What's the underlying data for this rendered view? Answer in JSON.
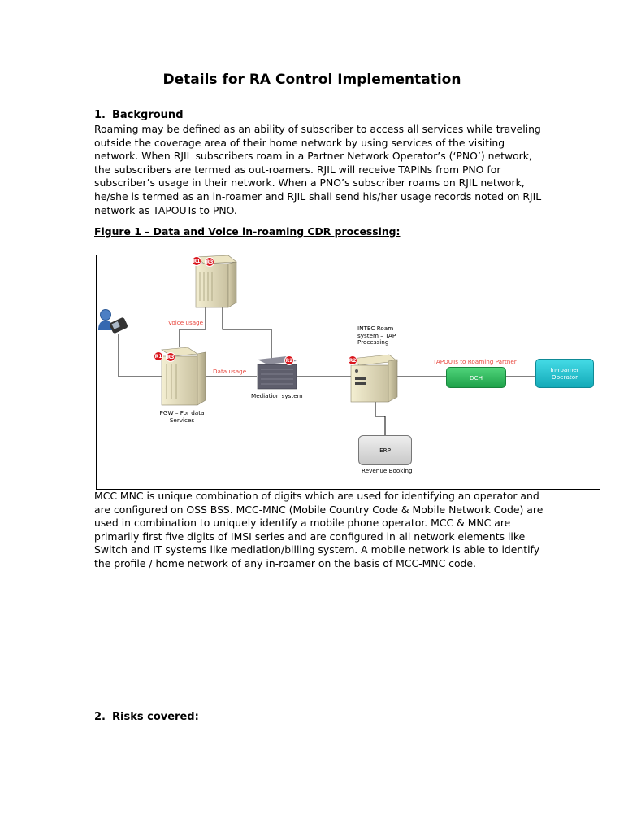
{
  "document": {
    "title": "Details for RA Control Implementation",
    "section1": {
      "number": "1.",
      "heading": "Background"
    },
    "background_text": "Roaming may be defined as an ability of subscriber to access all services while traveling outside the coverage area of their home network by using services of the visiting network. When RJIL subscribers roam in a Partner Network Operator’s (‘PNO’) network, the subscribers are termed as out-roamers. RJIL will receive TAPINs from PNO for subscriber’s usage in their network. When a PNO’s subscriber roams on RJIL network, he/she is termed as an in-roamer and RJIL shall send his/her usage records noted on RJIL network as TAPOUTs to PNO.",
    "figure_caption": "Figure 1 – Data and Voice in-roaming CDR processing:",
    "mcc_text": "MCC MNC is unique combination of digits which are used for identifying an operator and are configured on OSS BSS. MCC-MNC (Mobile Country Code & Mobile Network Code) are used in combination to uniquely identify a mobile phone operator. MCC & MNC are primarily first five digits of IMSI series and are configured in all network elements like Switch and IT systems like mediation/billing system. A mobile network is able to identify the profile / home network of any in-roamer on the basis of MCC-MNC code.",
    "section2": {
      "number": "2.",
      "heading": "Risks covered:"
    }
  },
  "diagram": {
    "badges": {
      "r1": "R1",
      "r2": "R2",
      "r3": "R3"
    },
    "voice_usage": "Voice usage",
    "data_usage": "Data usage",
    "pgw_label": "PGW – For data Services",
    "mediation_label": "Mediation system",
    "intec_label": "INTEC Roam system – TAP Processing",
    "tapouts_label": "TAPOUTs to Roaming Partner",
    "dch_label": "DCH",
    "inroamer_label": "In-roamer Operator",
    "erp_label": "ERP",
    "revenue_label": "Revenue Booking",
    "colors": {
      "red_text": "#e8453c",
      "badge": "#d9141b",
      "dch": "#2db85a",
      "inroamer": "#1ec3d1"
    },
    "icons": [
      "user-phone-icon",
      "server-icon",
      "mediation-device-icon",
      "tap-server-icon"
    ]
  }
}
